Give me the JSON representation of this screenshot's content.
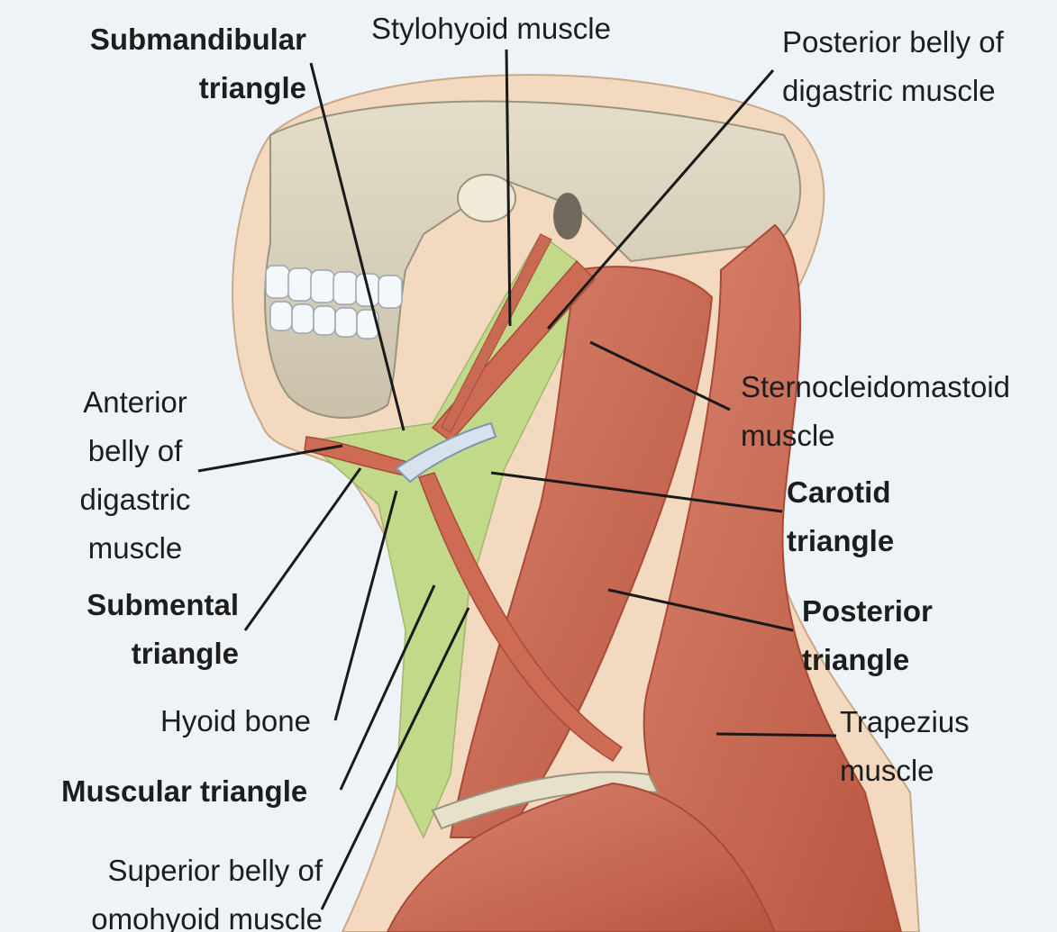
{
  "labels": {
    "submandibular_triangle": [
      "Submandibular",
      "triangle"
    ],
    "stylohyoid_muscle": [
      "Stylohyoid muscle"
    ],
    "posterior_belly_digastric": [
      "Posterior belly of",
      "digastric muscle"
    ],
    "sternocleidomastoid_muscle": [
      "Sternocleidomastoid",
      "muscle"
    ],
    "anterior_belly_digastric": [
      "Anterior",
      "belly of",
      "digastric",
      "muscle"
    ],
    "carotid_triangle": [
      "Carotid",
      "triangle"
    ],
    "submental_triangle": [
      "Submental",
      "triangle"
    ],
    "posterior_triangle": [
      "Posterior",
      "triangle"
    ],
    "hyoid_bone": [
      "Hyoid bone"
    ],
    "trapezius_muscle": [
      "Trapezius",
      "muscle"
    ],
    "muscular_triangle": [
      "Muscular triangle"
    ],
    "superior_belly_omohyoid": [
      "Superior belly of",
      "omohyoid muscle"
    ]
  },
  "colors": {
    "background": "#eef3f8",
    "skin": "#f2d9bf",
    "bone": "#d9d2bf",
    "muscle": "#cd6b55",
    "muscle_dark": "#a94a38",
    "triangle_green": "#c2d98a",
    "teeth": "#f5f8fb",
    "leader_line": "#1a1a1a"
  }
}
